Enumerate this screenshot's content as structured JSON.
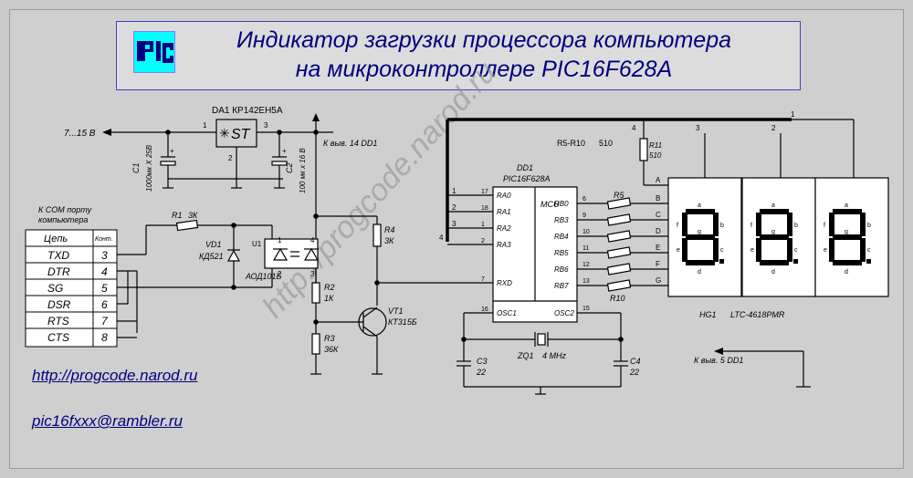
{
  "title": {
    "line1": "Индикатор загрузки процессора компьютера",
    "line2": "на микроконтроллере PIC16F628A"
  },
  "links": {
    "url": "http://progcode.narod.ru",
    "email": "pic16fxxx@rambler.ru"
  },
  "watermark": "http://progcode.narod.ru",
  "power": {
    "input": "7...15 В",
    "to_dd1_pin14": "К выв. 14 DD1",
    "to_dd1_pin5": "К выв. 5 DD1"
  },
  "da1": {
    "label": "DA1 КР142ЕН5А",
    "body": "ST",
    "pin1": "1",
    "pin2": "2",
    "pin3": "3"
  },
  "c1": {
    "ref": "C1",
    "value": "1000мк Х 25В"
  },
  "c2": {
    "ref": "C2",
    "value": "100 мк х 16 В"
  },
  "com": {
    "caption1": "К COM порту",
    "caption2": "компьютера",
    "header_chain": "Цепь",
    "header_contact": "Конт.",
    "rows": [
      {
        "name": "TXD",
        "pin": "3"
      },
      {
        "name": "DTR",
        "pin": "4"
      },
      {
        "name": "SG",
        "pin": "5"
      },
      {
        "name": "DSR",
        "pin": "6"
      },
      {
        "name": "RTS",
        "pin": "7"
      },
      {
        "name": "CTS",
        "pin": "8"
      }
    ]
  },
  "r1": {
    "ref": "R1",
    "value": "3К"
  },
  "vd1": {
    "ref": "VD1",
    "value": "КД521"
  },
  "u1": {
    "ref": "U1",
    "value": "АОД101Б",
    "p1": "1",
    "p2": "2",
    "p3": "3",
    "p4": "4"
  },
  "r2": {
    "ref": "R2",
    "value": "1К"
  },
  "r3": {
    "ref": "R3",
    "value": "36К"
  },
  "r4": {
    "ref": "R4",
    "value": "3К"
  },
  "vt1": {
    "ref": "VT1",
    "value": "КТ315Б"
  },
  "dd1": {
    "ref": "DD1",
    "part": "PIC16F628A",
    "mcu": "MCU",
    "left_pins": [
      {
        "name": "RA0",
        "num": "17"
      },
      {
        "name": "RA1",
        "num": "18"
      },
      {
        "name": "RA2",
        "num": "1"
      },
      {
        "name": "RA3",
        "num": "2"
      },
      {
        "name": "RXD",
        "num": "7"
      },
      {
        "name": "OSC1",
        "num": "16"
      }
    ],
    "right_pins": [
      {
        "name": "RB0",
        "num": "6"
      },
      {
        "name": "RB3",
        "num": "9"
      },
      {
        "name": "RB4",
        "num": "10"
      },
      {
        "name": "RB5",
        "num": "11"
      },
      {
        "name": "RB6",
        "num": "12"
      },
      {
        "name": "RB7",
        "num": "13"
      },
      {
        "name": "OSC2",
        "num": "15"
      }
    ],
    "bus_numbers": [
      "1",
      "2",
      "3",
      "4"
    ]
  },
  "r5r10": {
    "label": "R5-R10",
    "value": "510",
    "first": "R5",
    "last": "R10"
  },
  "r11": {
    "ref": "R11",
    "value": "510"
  },
  "segments": [
    "A",
    "B",
    "C",
    "D",
    "E",
    "F",
    "G"
  ],
  "seg_letters": {
    "a": "a",
    "b": "b",
    "c": "c",
    "d": "d",
    "e": "e",
    "f": "f",
    "g": "g"
  },
  "hg1": {
    "ref": "HG1",
    "part": "LTC-4618PMR",
    "common_pins": [
      "4",
      "3",
      "2",
      "1"
    ]
  },
  "zq1": {
    "ref": "ZQ1",
    "freq": "4 MHz"
  },
  "c3": {
    "ref": "C3",
    "value": "22"
  },
  "c4": {
    "ref": "C4",
    "value": "22"
  }
}
